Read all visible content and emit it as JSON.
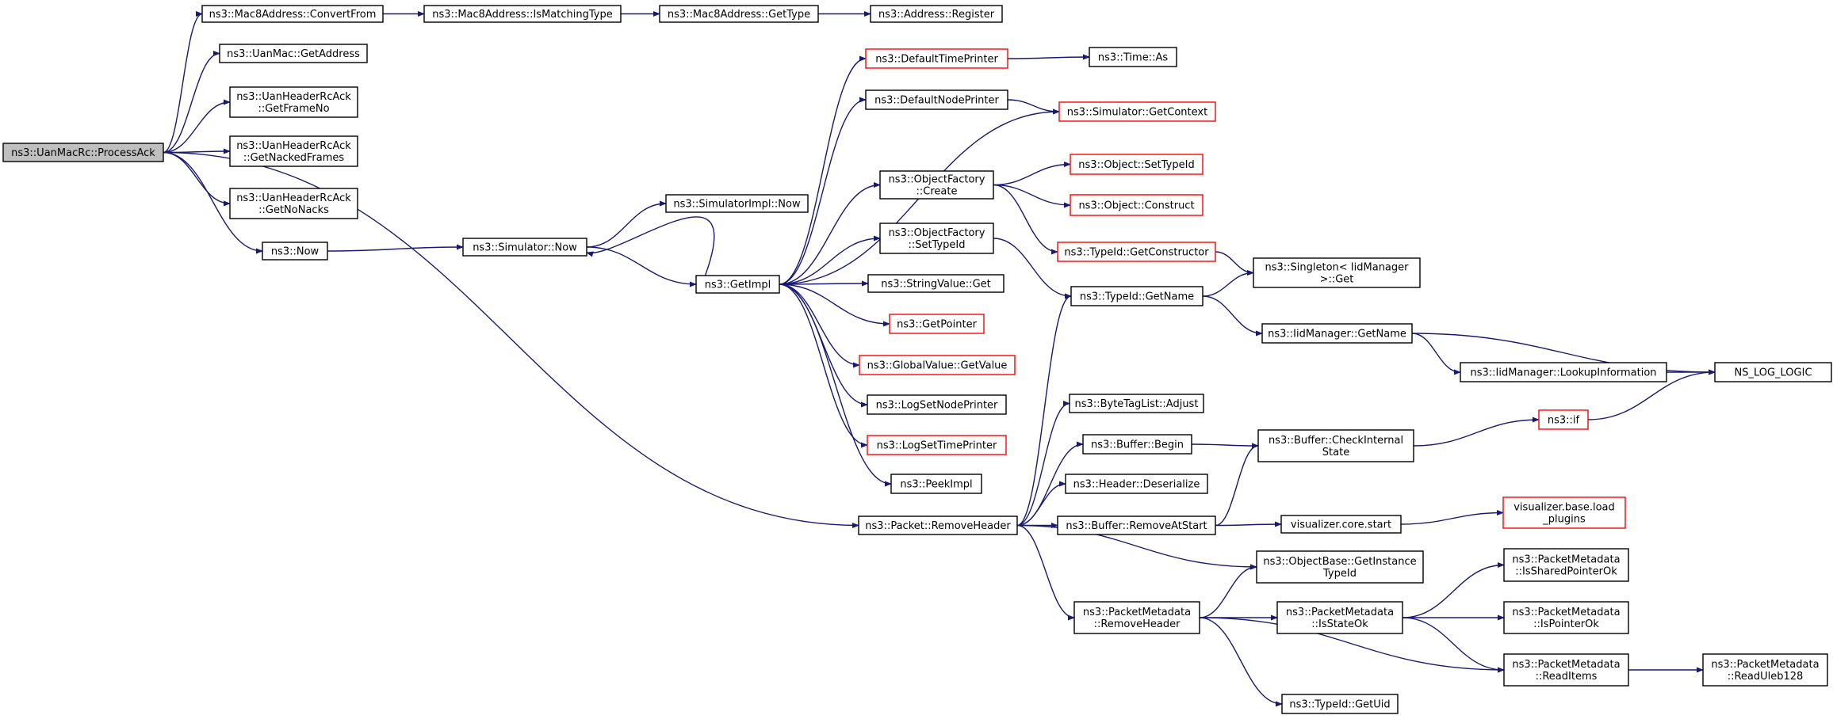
{
  "graph": {
    "title": "",
    "colors": {
      "edge": "#191970",
      "default_border": "#000000",
      "truncated_border": "#ff0000",
      "root_fill": "#bfbfbf"
    },
    "nodes": [
      {
        "id": "root",
        "label": [
          "ns3::UanMacRc::ProcessAck"
        ],
        "style": "root"
      },
      {
        "id": "m8cf",
        "label": [
          "ns3::Mac8Address::ConvertFrom"
        ],
        "style": "normal"
      },
      {
        "id": "m8imt",
        "label": [
          "ns3::Mac8Address::IsMatchingType"
        ],
        "style": "normal"
      },
      {
        "id": "m8gt",
        "label": [
          "ns3::Mac8Address::GetType"
        ],
        "style": "normal"
      },
      {
        "id": "addrreg",
        "label": [
          "ns3::Address::Register"
        ],
        "style": "normal"
      },
      {
        "id": "uangetaddr",
        "label": [
          "ns3::UanMac::GetAddress"
        ],
        "style": "normal"
      },
      {
        "id": "gfn",
        "label": [
          "ns3::UanHeaderRcAck",
          "::GetFrameNo"
        ],
        "style": "normal"
      },
      {
        "id": "gnf",
        "label": [
          "ns3::UanHeaderRcAck",
          "::GetNackedFrames"
        ],
        "style": "normal"
      },
      {
        "id": "gnn",
        "label": [
          "ns3::UanHeaderRcAck",
          "::GetNoNacks"
        ],
        "style": "normal"
      },
      {
        "id": "now",
        "label": [
          "ns3::Now"
        ],
        "style": "normal"
      },
      {
        "id": "simnow",
        "label": [
          "ns3::Simulator::Now"
        ],
        "style": "normal"
      },
      {
        "id": "simimplnow",
        "label": [
          "ns3::SimulatorImpl::Now"
        ],
        "style": "normal"
      },
      {
        "id": "getimpl",
        "label": [
          "ns3::GetImpl"
        ],
        "style": "normal"
      },
      {
        "id": "dtp",
        "label": [
          "ns3::DefaultTimePrinter"
        ],
        "style": "red"
      },
      {
        "id": "timeas",
        "label": [
          "ns3::Time::As"
        ],
        "style": "normal"
      },
      {
        "id": "dnp",
        "label": [
          "ns3::DefaultNodePrinter"
        ],
        "style": "normal"
      },
      {
        "id": "simctx",
        "label": [
          "ns3::Simulator::GetContext"
        ],
        "style": "red"
      },
      {
        "id": "ofcreate",
        "label": [
          "ns3::ObjectFactory",
          "::Create"
        ],
        "style": "normal"
      },
      {
        "id": "objsettid",
        "label": [
          "ns3::Object::SetTypeId"
        ],
        "style": "red"
      },
      {
        "id": "objconstruct",
        "label": [
          "ns3::Object::Construct"
        ],
        "style": "red"
      },
      {
        "id": "tidgetctor",
        "label": [
          "ns3::TypeId::GetConstructor"
        ],
        "style": "red"
      },
      {
        "id": "ofsettid",
        "label": [
          "ns3::ObjectFactory",
          "::SetTypeId"
        ],
        "style": "normal"
      },
      {
        "id": "singleton",
        "label": [
          "ns3::Singleton< IidManager",
          ">::Get"
        ],
        "style": "normal"
      },
      {
        "id": "tidgetname",
        "label": [
          "ns3::TypeId::GetName"
        ],
        "style": "normal"
      },
      {
        "id": "iidgetname",
        "label": [
          "ns3::IidManager::GetName"
        ],
        "style": "normal"
      },
      {
        "id": "iidlookup",
        "label": [
          "ns3::IidManager::LookupInformation"
        ],
        "style": "normal"
      },
      {
        "id": "nslog",
        "label": [
          "NS_LOG_LOGIC"
        ],
        "style": "normal"
      },
      {
        "id": "strget",
        "label": [
          "ns3::StringValue::Get"
        ],
        "style": "normal"
      },
      {
        "id": "getptr",
        "label": [
          "ns3::GetPointer"
        ],
        "style": "red"
      },
      {
        "id": "gvgetval",
        "label": [
          "ns3::GlobalValue::GetValue"
        ],
        "style": "red"
      },
      {
        "id": "lsnp",
        "label": [
          "ns3::LogSetNodePrinter"
        ],
        "style": "normal"
      },
      {
        "id": "lstp",
        "label": [
          "ns3::LogSetTimePrinter"
        ],
        "style": "red"
      },
      {
        "id": "peekimpl",
        "label": [
          "ns3::PeekImpl"
        ],
        "style": "normal"
      },
      {
        "id": "btladjust",
        "label": [
          "ns3::ByteTagList::Adjust"
        ],
        "style": "normal"
      },
      {
        "id": "bufbegin",
        "label": [
          "ns3::Buffer::Begin"
        ],
        "style": "normal"
      },
      {
        "id": "bufcheck",
        "label": [
          "ns3::Buffer::CheckInternal",
          "State"
        ],
        "style": "normal"
      },
      {
        "id": "nsif",
        "label": [
          "ns3::if"
        ],
        "style": "red"
      },
      {
        "id": "hdrdeser",
        "label": [
          "ns3::Header::Deserialize"
        ],
        "style": "normal"
      },
      {
        "id": "pktremhdr",
        "label": [
          "ns3::Packet::RemoveHeader"
        ],
        "style": "normal"
      },
      {
        "id": "bufras",
        "label": [
          "ns3::Buffer::RemoveAtStart"
        ],
        "style": "normal"
      },
      {
        "id": "viscore",
        "label": [
          "visualizer.core.start"
        ],
        "style": "normal"
      },
      {
        "id": "visbase",
        "label": [
          "visualizer.base.load",
          "_plugins"
        ],
        "style": "red"
      },
      {
        "id": "objbase",
        "label": [
          "ns3::ObjectBase::GetInstance",
          "TypeId"
        ],
        "style": "normal"
      },
      {
        "id": "pmremhdr",
        "label": [
          "ns3::PacketMetadata",
          "::RemoveHeader"
        ],
        "style": "normal"
      },
      {
        "id": "pmisstate",
        "label": [
          "ns3::PacketMetadata",
          "::IsStateOk"
        ],
        "style": "normal"
      },
      {
        "id": "pmisshared",
        "label": [
          "ns3::PacketMetadata",
          "::IsSharedPointerOk"
        ],
        "style": "normal"
      },
      {
        "id": "pmisptr",
        "label": [
          "ns3::PacketMetadata",
          "::IsPointerOk"
        ],
        "style": "normal"
      },
      {
        "id": "pmread",
        "label": [
          "ns3::PacketMetadata",
          "::ReadItems"
        ],
        "style": "normal"
      },
      {
        "id": "pmuleb",
        "label": [
          "ns3::PacketMetadata",
          "::ReadUleb128"
        ],
        "style": "normal"
      },
      {
        "id": "tidgetuid",
        "label": [
          "ns3::TypeId::GetUid"
        ],
        "style": "normal"
      }
    ],
    "edges": [
      [
        "root",
        "m8cf"
      ],
      [
        "root",
        "uangetaddr"
      ],
      [
        "root",
        "gfn"
      ],
      [
        "root",
        "gnf"
      ],
      [
        "root",
        "gnn"
      ],
      [
        "root",
        "now"
      ],
      [
        "root",
        "pktremhdr"
      ],
      [
        "m8cf",
        "m8imt"
      ],
      [
        "m8imt",
        "m8gt"
      ],
      [
        "m8gt",
        "addrreg"
      ],
      [
        "now",
        "simnow"
      ],
      [
        "simnow",
        "simimplnow"
      ],
      [
        "simnow",
        "getimpl"
      ],
      [
        "getimpl",
        "simnow"
      ],
      [
        "getimpl",
        "dtp"
      ],
      [
        "getimpl",
        "dnp"
      ],
      [
        "getimpl",
        "simctx"
      ],
      [
        "getimpl",
        "ofcreate"
      ],
      [
        "getimpl",
        "ofsettid"
      ],
      [
        "getimpl",
        "strget"
      ],
      [
        "getimpl",
        "getptr"
      ],
      [
        "getimpl",
        "gvgetval"
      ],
      [
        "getimpl",
        "lsnp"
      ],
      [
        "getimpl",
        "lstp"
      ],
      [
        "getimpl",
        "peekimpl"
      ],
      [
        "dtp",
        "timeas"
      ],
      [
        "dnp",
        "simctx"
      ],
      [
        "ofcreate",
        "objsettid"
      ],
      [
        "ofcreate",
        "objconstruct"
      ],
      [
        "ofcreate",
        "tidgetctor"
      ],
      [
        "tidgetctor",
        "singleton"
      ],
      [
        "ofsettid",
        "tidgetname"
      ],
      [
        "tidgetname",
        "singleton"
      ],
      [
        "tidgetname",
        "iidgetname"
      ],
      [
        "iidgetname",
        "iidlookup"
      ],
      [
        "iidgetname",
        "nslog"
      ],
      [
        "iidlookup",
        "nslog"
      ],
      [
        "pktremhdr",
        "tidgetname"
      ],
      [
        "pktremhdr",
        "btladjust"
      ],
      [
        "pktremhdr",
        "bufbegin"
      ],
      [
        "pktremhdr",
        "hdrdeser"
      ],
      [
        "pktremhdr",
        "bufras"
      ],
      [
        "pktremhdr",
        "objbase"
      ],
      [
        "pktremhdr",
        "pmremhdr"
      ],
      [
        "bufbegin",
        "bufcheck"
      ],
      [
        "bufras",
        "bufcheck"
      ],
      [
        "bufras",
        "viscore"
      ],
      [
        "bufcheck",
        "nsif"
      ],
      [
        "nsif",
        "nslog"
      ],
      [
        "viscore",
        "visbase"
      ],
      [
        "pmremhdr",
        "objbase"
      ],
      [
        "pmremhdr",
        "pmisstate"
      ],
      [
        "pmremhdr",
        "pmread"
      ],
      [
        "pmremhdr",
        "tidgetuid"
      ],
      [
        "pmisstate",
        "pmisshared"
      ],
      [
        "pmisstate",
        "pmisptr"
      ],
      [
        "pmisstate",
        "pmread"
      ],
      [
        "pmread",
        "pmuleb"
      ]
    ]
  }
}
